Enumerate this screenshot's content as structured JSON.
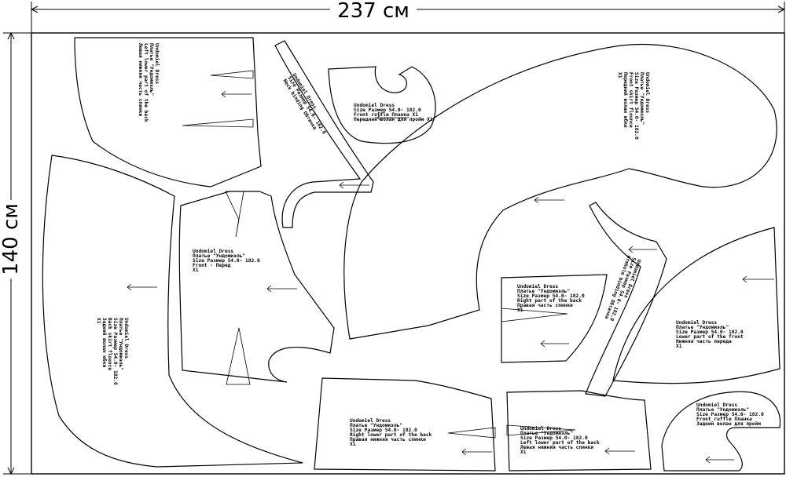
{
  "dimensions": {
    "width": "237 см",
    "height": "140 см"
  },
  "pieces": [
    {
      "id": "left-lower-back-top",
      "lines": [
        "Undomiel Dress",
        "Платье \"Ундомиэль\"",
        "Left lower part of the back",
        "Левая нижняя часть спинки"
      ]
    },
    {
      "id": "front-ruffle-top",
      "lines": [
        "Undomiel Dress",
        "Size Размер  54.0- 182.0",
        "Front ruffle Планка X1",
        "Передний волан для пройм X1"
      ]
    },
    {
      "id": "front-skirt-flounce",
      "lines": [
        "Undomiel Dress",
        "Платье \"Ундомиэль\"",
        "Size Размер  54.0- 182.0",
        "Front skirt flounce",
        "Передний волан юбки",
        "X1"
      ]
    },
    {
      "id": "front",
      "lines": [
        "Undomiel Dress",
        "Платье \"Ундомиэль\"",
        "Size Размер  54.0- 182.0",
        "Front - Перед",
        "X1"
      ]
    },
    {
      "id": "skirt-flounce-left",
      "lines": [
        "Undomiel Dress",
        "Платье \"Ундомиэль\"",
        "Size Размер 54.0- 182.0",
        "Back skirt flounce",
        "Задний волан юбки",
        "X1"
      ]
    },
    {
      "id": "right-lower-back-mid",
      "lines": [
        "Undomiel Dress",
        "Платье \"Ундомиэль\"",
        "Size Размер  54.0- 182.0",
        "Right part of the back",
        "Правая часть спинки",
        "X1"
      ]
    },
    {
      "id": "lower-front",
      "lines": [
        "Undomiel Dress",
        "Платье \"Ундомиэль\"",
        "Size Размер   54.0- 182.0",
        "Lower part of the front",
        "Нижняя часть переда",
        "X1"
      ]
    },
    {
      "id": "right-lower-back-bottom",
      "lines": [
        "Undomiel Dress",
        "Платье \"Ундомиэль\"",
        "Size Размер   54.0- 182.0",
        "Right lower part of the back",
        "Правая нижняя часть спинки",
        "X1"
      ]
    },
    {
      "id": "left-lower-back-bottom",
      "lines": [
        "Undomiel Dress",
        "Платье \"Ундомиэль\"",
        "Size Размер   54.0- 182.0",
        "Left lower part of the back",
        "Левая нижняя часть спинки",
        "X1"
      ]
    },
    {
      "id": "ruffle-bottom-right",
      "lines": [
        "Undomiel Dress",
        "Платье \"Ундомиэль\"",
        "Size Размер   54.0- 182.0",
        "Front ruffle Планка",
        "Задний волан для пройм"
      ]
    }
  ],
  "strips": [
    {
      "id": "strip-top",
      "lines": [
        "Undomiel Dress",
        "Size Размер 54.0- 182.0",
        "Neck binding Обтачка"
      ]
    },
    {
      "id": "strip-mid",
      "lines": [
        "Undomiel Dress",
        "Size Размер 54.0- 182.0",
        "Armhole binding Обтачка"
      ]
    }
  ]
}
